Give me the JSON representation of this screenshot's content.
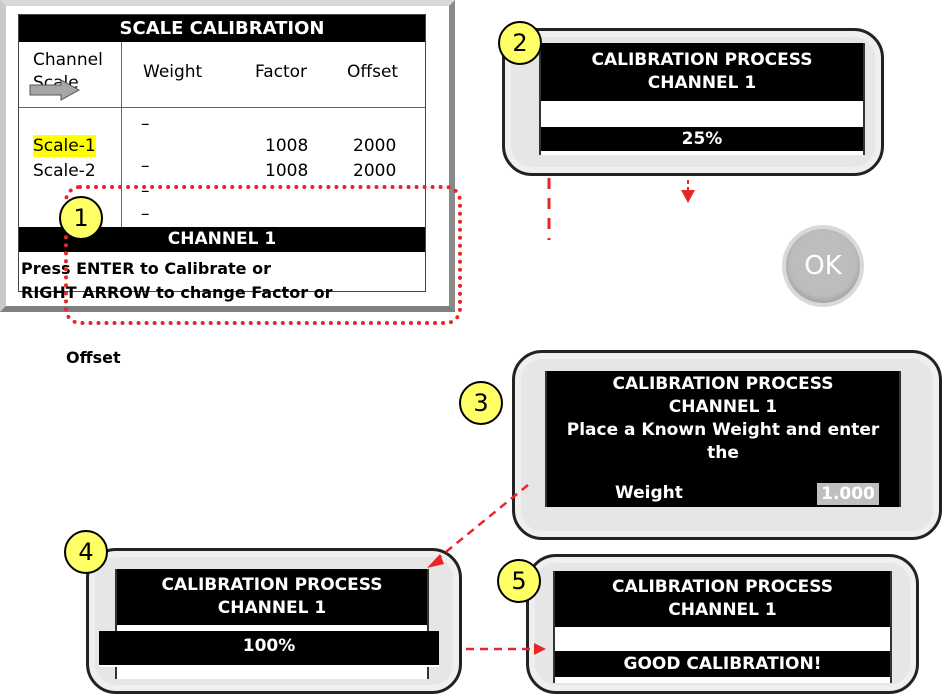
{
  "screen1": {
    "title": "SCALE CALIBRATION",
    "headers": {
      "channel_line1": "Channel",
      "channel_line2": "Scale",
      "weight": "Weight",
      "factor": "Factor",
      "offset": "Offset"
    },
    "rows": [
      {
        "scale": "Scale-1",
        "weight": "–",
        "factor": "1008",
        "offset": "2000"
      },
      {
        "scale": "Scale-2",
        "weight": "–",
        "factor": "1008",
        "offset": "2000"
      }
    ],
    "extra_dashes": [
      "–",
      "–"
    ],
    "channel_bar": "CHANNEL 1",
    "message_line1": "Press ENTER to Calibrate or",
    "message_line2": "RIGHT ARROW to change Factor or",
    "message_line3": "Offset"
  },
  "screen2": {
    "title_line1": "CALIBRATION PROCESS",
    "title_line2": "CHANNEL 1",
    "progress": "25%"
  },
  "screen3": {
    "title_line1": "CALIBRATION PROCESS",
    "title_line2": "CHANNEL 1",
    "instruction_line1": "Place a Known Weight and enter",
    "instruction_line2": "the",
    "weight_label": "Weight",
    "weight_value": "1.000"
  },
  "screen4": {
    "title_line1": "CALIBRATION PROCESS",
    "title_line2": "CHANNEL 1",
    "progress": "100%"
  },
  "screen5": {
    "title_line1": "CALIBRATION PROCESS",
    "title_line2": "CHANNEL 1",
    "status": "GOOD CALIBRATION!"
  },
  "badges": {
    "b1": "1",
    "b2": "2",
    "b3": "3",
    "b4": "4",
    "b5": "5"
  },
  "ok_button": "OK",
  "colors": {
    "highlight": "#ffff00",
    "badge_fill": "#ffff66",
    "arrow_red": "#e8262a",
    "frame_gray": "#e6e6e6"
  }
}
